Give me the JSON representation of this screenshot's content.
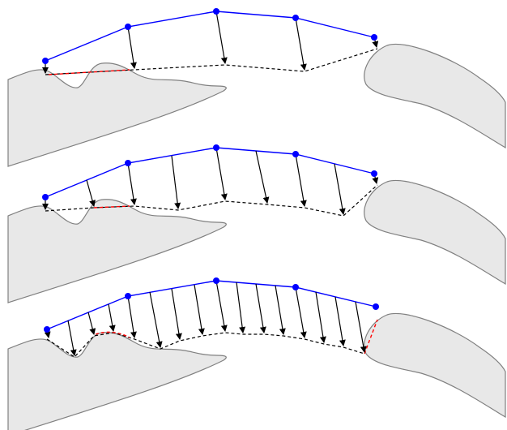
{
  "figure": {
    "description_free": true,
    "colors": {
      "control_polygon": "#0000ff",
      "control_point": "#0000ff",
      "projection_arrow": "#000000",
      "projected_polyline": "#000000",
      "violation_segment": "#ff0000",
      "surface_fill": "#e8e8e8",
      "surface_stroke": "#808080"
    },
    "panels": [
      {
        "id": "panel-1",
        "samples_between_points": 1
      },
      {
        "id": "panel-2",
        "samples_between_points": 2
      },
      {
        "id": "panel-3",
        "samples_between_points": 4
      }
    ]
  }
}
